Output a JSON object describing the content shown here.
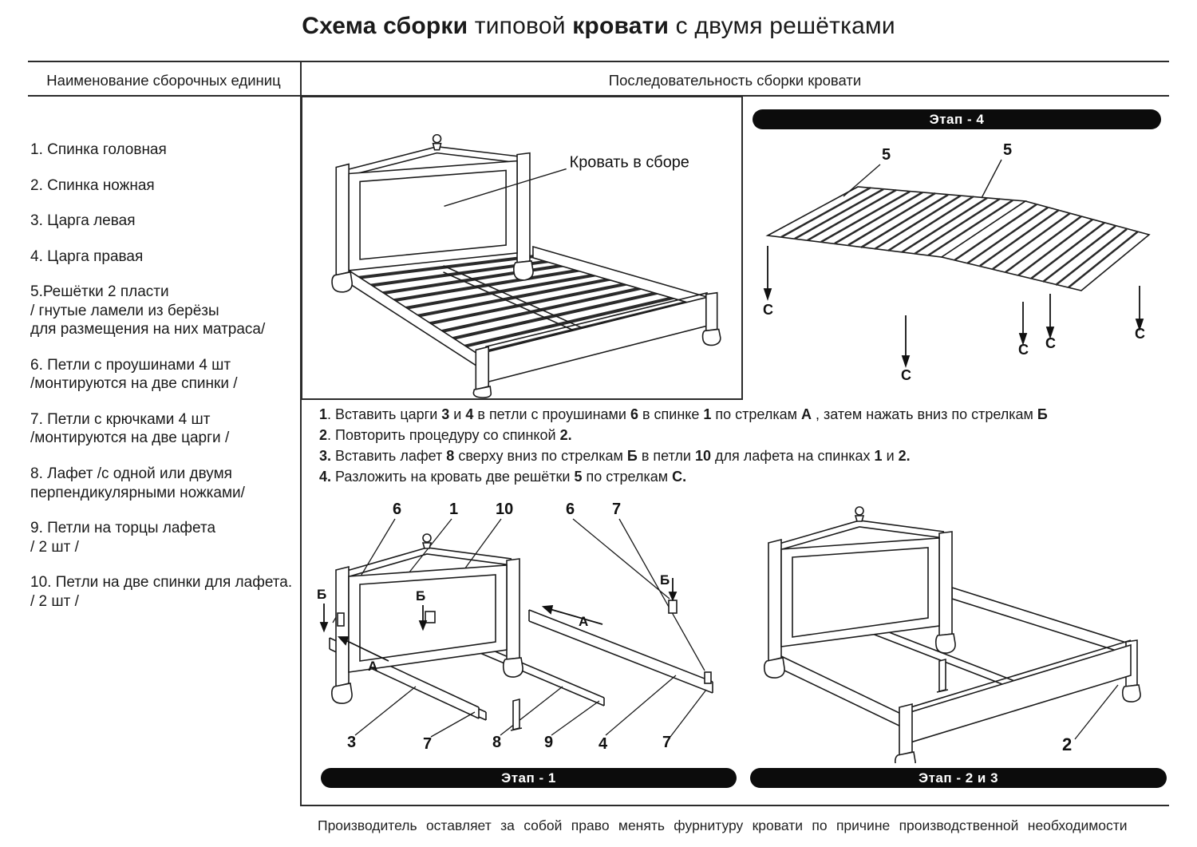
{
  "colors": {
    "ink": "#1a1a1a",
    "banner_bg": "#0c0c0c",
    "banner_text": "#ffffff"
  },
  "title": {
    "segments": [
      {
        "text": "Схема сборки",
        "bold": true
      },
      {
        "text": " типовой ",
        "bold": false
      },
      {
        "text": "кровати",
        "bold": true
      },
      {
        "text": " с двумя решётками",
        "bold": false
      }
    ]
  },
  "headers": {
    "left": "Наименование  сборочных единиц",
    "right": "Последовательность сборки кровати"
  },
  "parts_list": [
    {
      "text": "1.   Спинка головная"
    },
    {
      "text": "2. Спинка ножная"
    },
    {
      "text": "3. Царга левая"
    },
    {
      "text": "4. Царга правая"
    },
    {
      "text": "5.Решётки  2 пласти\n/ гнутые ламели из берёзы\nдля размещения на них матраса/"
    },
    {
      "text": "6. Петли с проушинами 4 шт\n/монтируются на две спинки /"
    },
    {
      "text": "7. Петли с крючками 4 шт\n/монтируются на две царги /"
    },
    {
      "text": "8. Лафет /с одной или двумя\nперпендикулярными ножками/"
    },
    {
      "text": "9. Петли на торцы лафета\n/ 2 шт /"
    },
    {
      "text": "10. Петли на две спинки для лафета.\n/ 2 шт /"
    }
  ],
  "assembled": {
    "label": "Кровать в сборе"
  },
  "stage4": {
    "banner": "Этап -  4",
    "grate_labels": [
      "5",
      "5"
    ],
    "arrow_labels": [
      "С",
      "С",
      "С",
      "С",
      "С"
    ]
  },
  "instructions": [
    {
      "segments": [
        {
          "text": "1",
          "bold": true
        },
        {
          "text": ". Вставить царги ",
          "bold": false
        },
        {
          "text": "3",
          "bold": true
        },
        {
          "text": " и ",
          "bold": false
        },
        {
          "text": "4",
          "bold": true
        },
        {
          "text": " в петли с проушинами ",
          "bold": false
        },
        {
          "text": "6",
          "bold": true
        },
        {
          "text": " в спинке ",
          "bold": false
        },
        {
          "text": "1",
          "bold": true
        },
        {
          "text": " по стрелкам ",
          "bold": false
        },
        {
          "text": "А",
          "bold": true
        },
        {
          "text": " , затем нажать вниз по стрелкам ",
          "bold": false
        },
        {
          "text": "Б",
          "bold": true
        }
      ]
    },
    {
      "segments": [
        {
          "text": "2",
          "bold": true
        },
        {
          "text": ". Повторить процедуру со спинкой ",
          "bold": false
        },
        {
          "text": "2.",
          "bold": true
        }
      ]
    },
    {
      "segments": [
        {
          "text": "3.",
          "bold": true
        },
        {
          "text": " Вставить лафет ",
          "bold": false
        },
        {
          "text": "8",
          "bold": true
        },
        {
          "text": " сверху вниз по стрелкам ",
          "bold": false
        },
        {
          "text": "Б",
          "bold": true
        },
        {
          "text": " в петли ",
          "bold": false
        },
        {
          "text": "10",
          "bold": true
        },
        {
          "text": " для лафета на спинках ",
          "bold": false
        },
        {
          "text": "1",
          "bold": true
        },
        {
          "text": " и ",
          "bold": false
        },
        {
          "text": "2.",
          "bold": true
        }
      ]
    },
    {
      "segments": [
        {
          "text": "4.",
          "bold": true
        },
        {
          "text": " Разложить на кровать две решётки ",
          "bold": false
        },
        {
          "text": "5",
          "bold": true
        },
        {
          "text": "  по стрелкам ",
          "bold": false
        },
        {
          "text": "С.",
          "bold": true
        }
      ]
    }
  ],
  "stage1": {
    "banner": "Этап - 1",
    "top_callouts": [
      "6",
      "1",
      "10",
      "6",
      "7"
    ],
    "bottom_callouts": [
      "3",
      "7",
      "8",
      "9",
      "4",
      "7"
    ],
    "a_labels": [
      "А",
      "А"
    ],
    "b_labels": [
      "Б",
      "Б",
      "Б"
    ]
  },
  "stage23": {
    "banner": "Этап -  2 и 3",
    "callout": "2"
  },
  "footer": {
    "text": "Производитель оставляет за собой право менять фурнитуру кровати по причине производственной необходимости"
  }
}
